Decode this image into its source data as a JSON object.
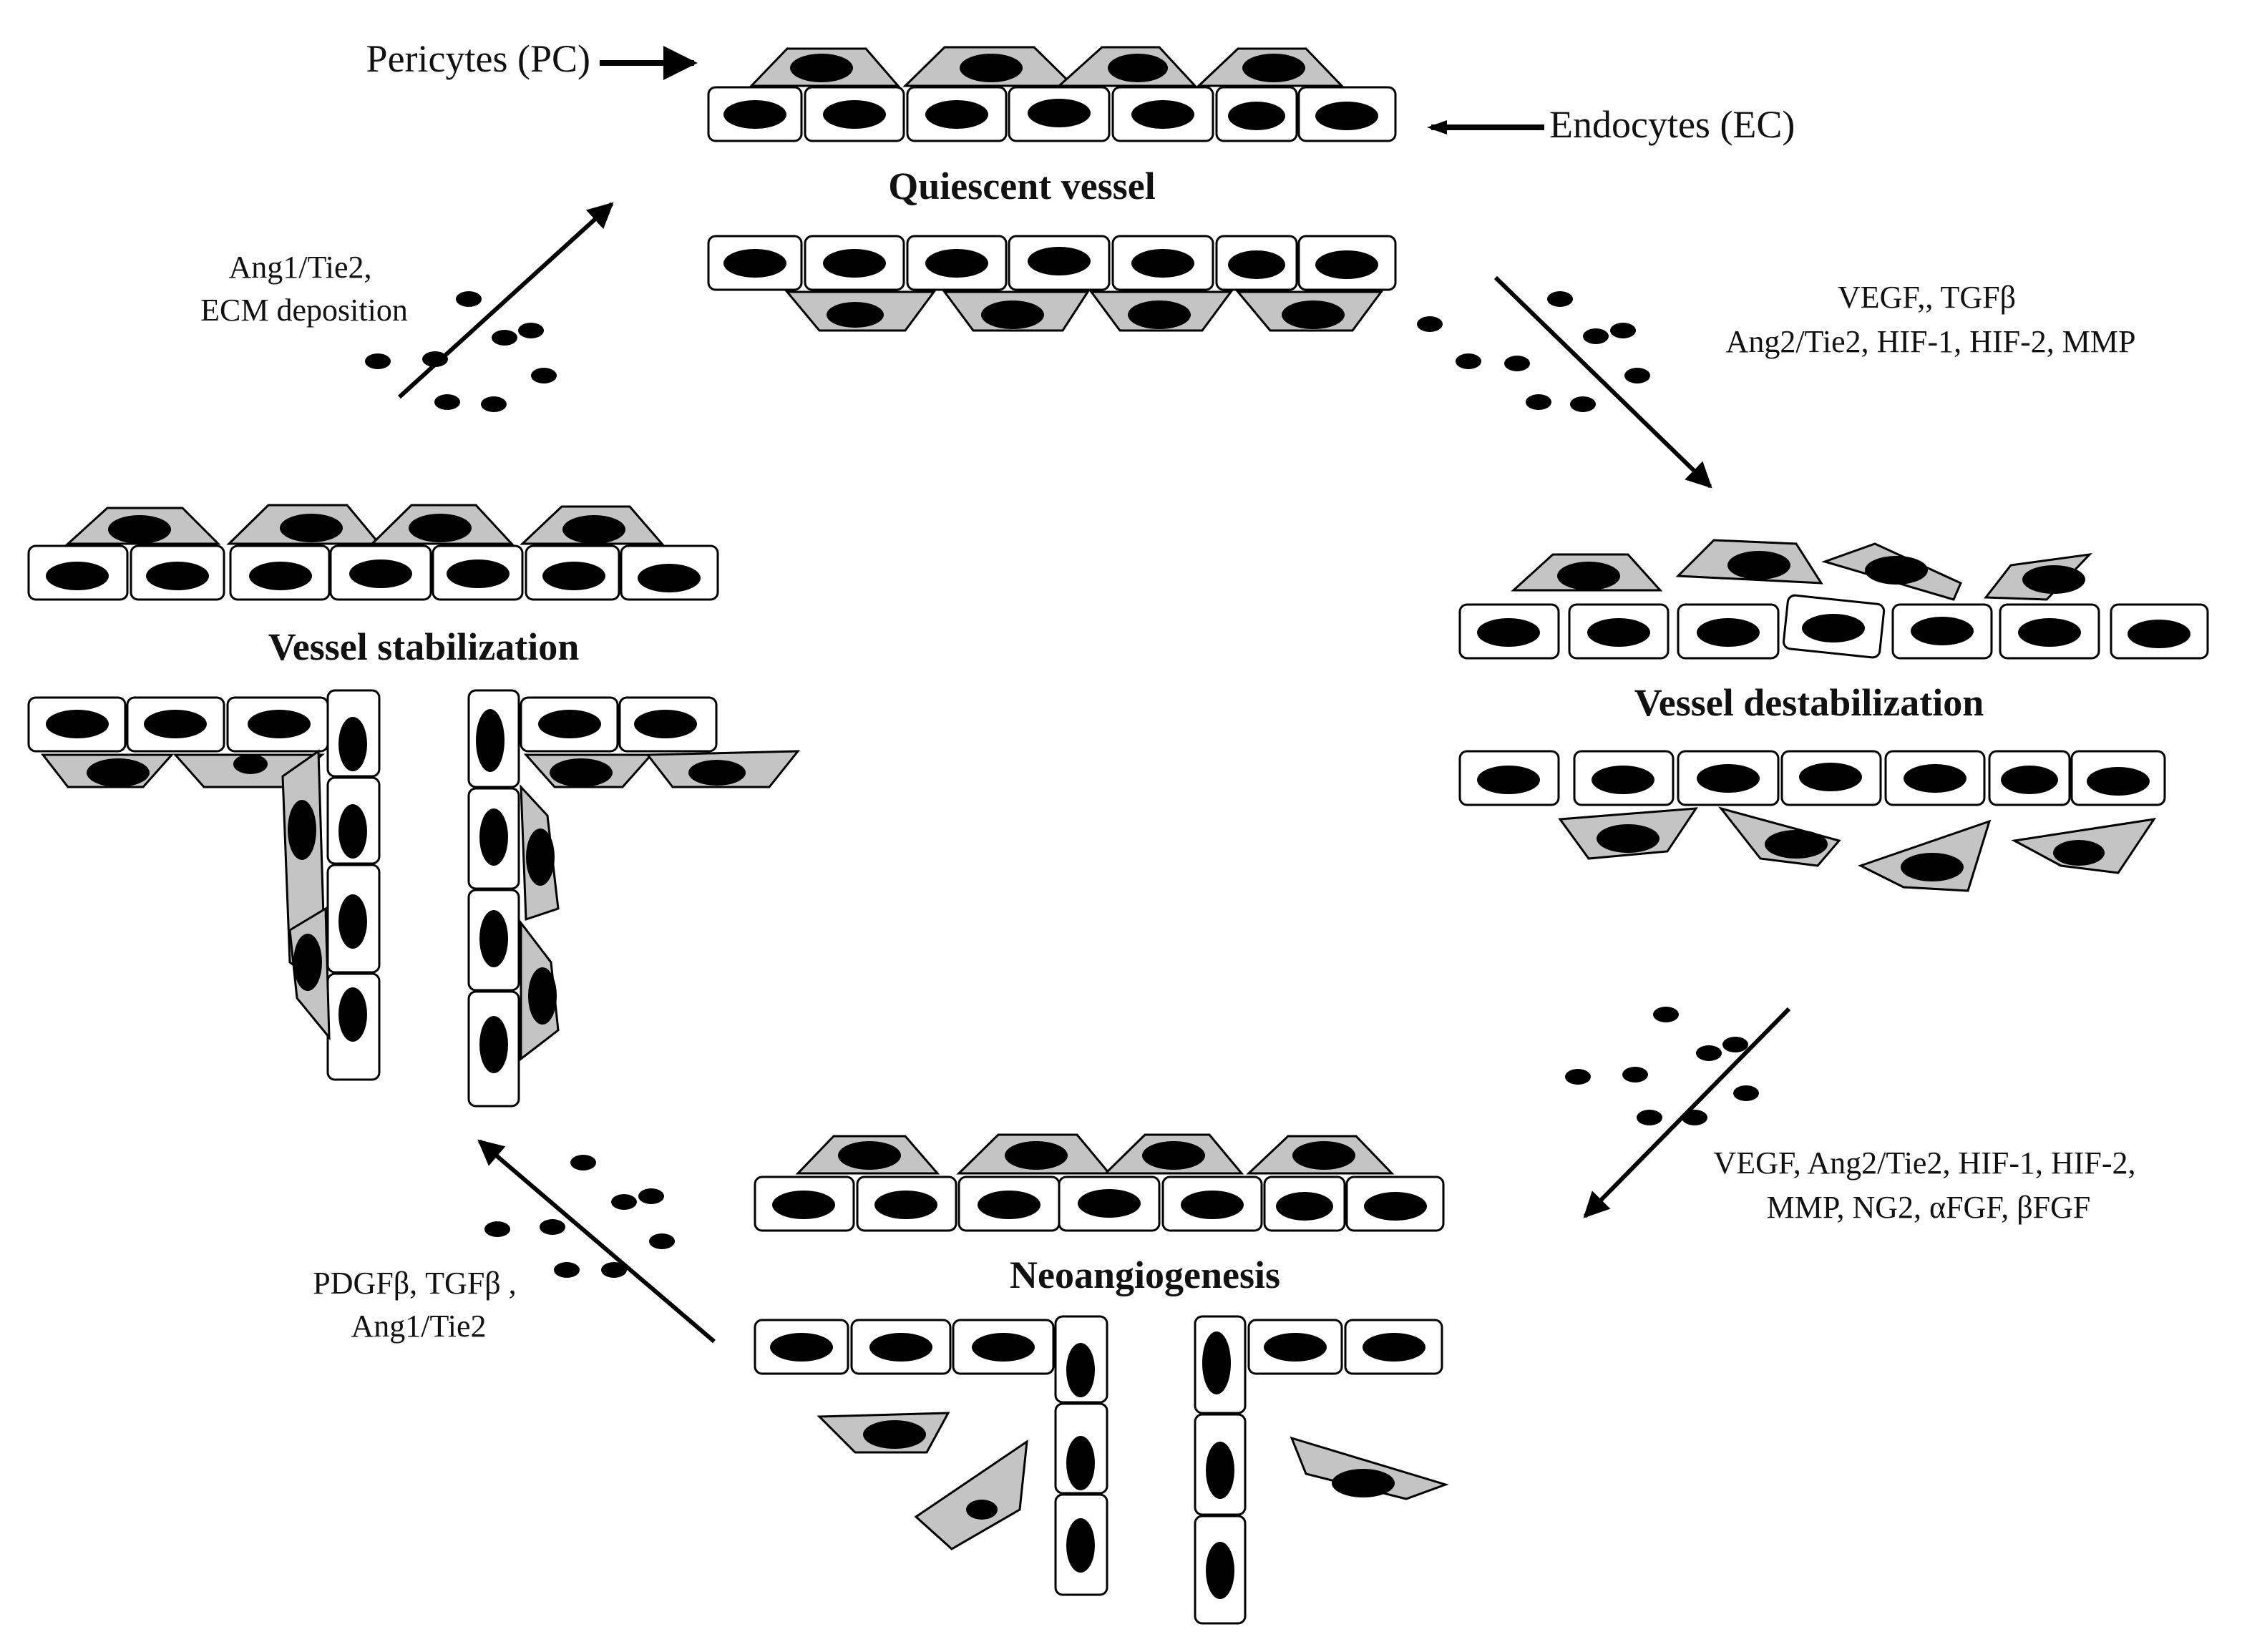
{
  "legend": {
    "pericytes": "Pericytes (PC)",
    "endocytes": "Endocytes (EC)"
  },
  "stages": {
    "quiescent": "Quiescent vessel",
    "destabilization": "Vessel destabilization",
    "neoangiogenesis": "Neoangiogenesis",
    "stabilization": "Vessel stabilization"
  },
  "factors": {
    "quiescent_to_destab": [
      "VEGF,, TGFβ",
      "Ang2/Tie2, HIF-1, HIF-2, MMP"
    ],
    "destab_to_neo": [
      "VEGF, Ang2/Tie2, HIF-1, HIF-2,",
      "MMP, NG2, αFGF,  βFGF"
    ],
    "neo_to_stab": [
      "PDGFβ, TGFβ ,",
      "Ang1/Tie2"
    ],
    "stab_to_quiescent": [
      "Ang1/Tie2,",
      "ECM deposition"
    ]
  },
  "colors": {
    "pericyte_fill": "#c4c4c4",
    "cell_fill": "#ffffff",
    "nucleus": "#000000"
  }
}
